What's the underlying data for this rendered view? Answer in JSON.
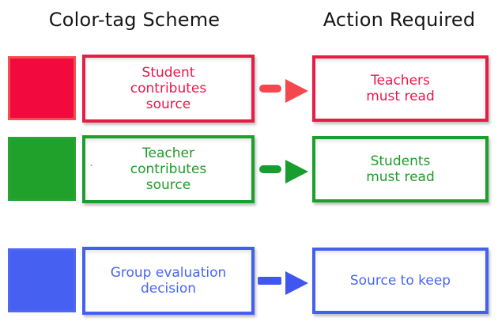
{
  "headers": {
    "left": "Color-tag Scheme",
    "right": "Action Required"
  },
  "rows": [
    {
      "color_name": "red",
      "swatch_color": "#f20a3e",
      "swatch_border": "#f4504f",
      "border_color": "#e91c45",
      "text_color": "#ee1549",
      "arrow_color": "#f4484e",
      "tag_label": "Student\ncontributes\nsource",
      "action_label": "Teachers\nmust read"
    },
    {
      "color_name": "green",
      "swatch_color": "#20a12c",
      "swatch_border": "#28a434",
      "border_color": "#1d9f2b",
      "text_color": "#1f9c28",
      "arrow_color": "#189e2e",
      "tag_label": "Teacher\ncontributes\nsource",
      "action_label": "Students\nmust read"
    },
    {
      "color_name": "blue",
      "swatch_color": "#4661f2",
      "swatch_border": "#4f68f4",
      "border_color": "#4560ee",
      "text_color": "#4767ef",
      "arrow_color": "#4156ee",
      "tag_label": "Group evaluation\ndecision",
      "action_label": "Source to keep"
    }
  ],
  "artifacts": {
    "stray_dot": "."
  }
}
